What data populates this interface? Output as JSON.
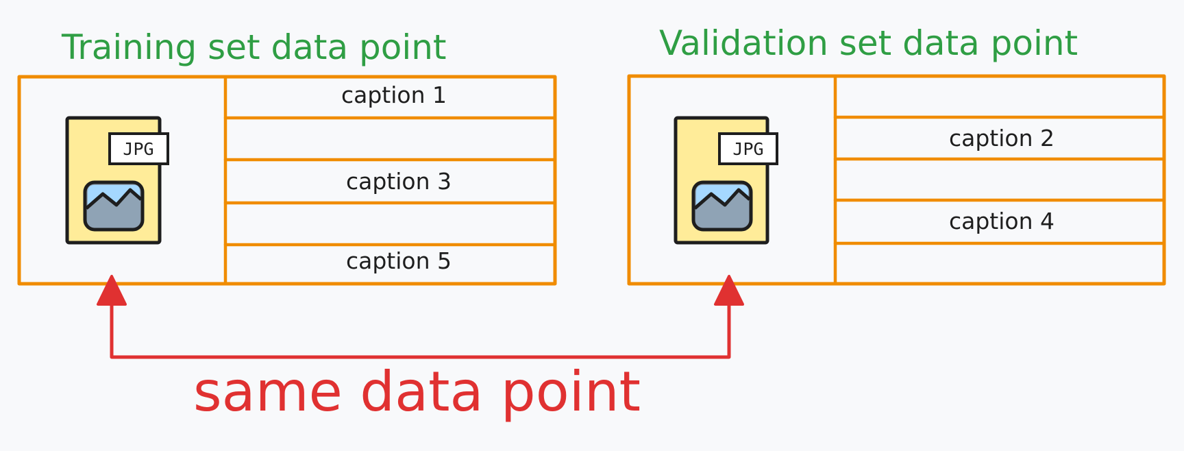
{
  "colors": {
    "title": "#2f9e44",
    "box_stroke": "#f08c00",
    "link": "#e03131",
    "file_fill": "#ffec99",
    "image_fill": "#8fa3b5",
    "sky_fill": "#a5d8ff",
    "text": "#1e1e1e"
  },
  "training": {
    "title": "Training set data point",
    "file_label": "JPG",
    "rows": [
      "caption 1",
      "",
      "caption 3",
      "",
      "caption 5"
    ]
  },
  "validation": {
    "title": "Validation set data point",
    "file_label": "JPG",
    "rows": [
      "",
      "caption 2",
      "",
      "caption 4",
      ""
    ]
  },
  "link": {
    "label": "same data point"
  }
}
